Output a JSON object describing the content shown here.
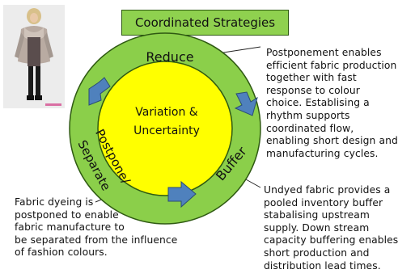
{
  "title": "Coordinated Strategies",
  "cycle": {
    "center_text": [
      "Variation &",
      "Uncertainty"
    ],
    "reduce_label": "Reduce",
    "buffer_label": "Buffer",
    "postpone_label_line1": "Postpone/",
    "postpone_label_line2": "Separate"
  },
  "notes": {
    "postponement": [
      "Postponement enables",
      "efficient fabric production",
      "together with fast",
      "response to colour",
      "choice. Establising a",
      "rhythm supports",
      "coordinated flow,",
      "enabling short design and",
      "manufacturing cycles."
    ],
    "undyed": [
      "Undyed fabric provides a",
      "pooled inventory buffer",
      "stabalising upstream",
      "supply. Down stream",
      "capacity buffering enables",
      "short production and",
      "distribution lead times."
    ],
    "dyeing": [
      "Fabric dyeing is",
      "postponed to enable",
      "fabric manufacture to",
      "be separated from the influence",
      "of fashion colours."
    ]
  },
  "colors": {
    "ring_green": "#8bcf4a",
    "center_yellow": "#ffff00",
    "arrow_blue": "#4f81bd",
    "title_green": "#8fd14f"
  }
}
